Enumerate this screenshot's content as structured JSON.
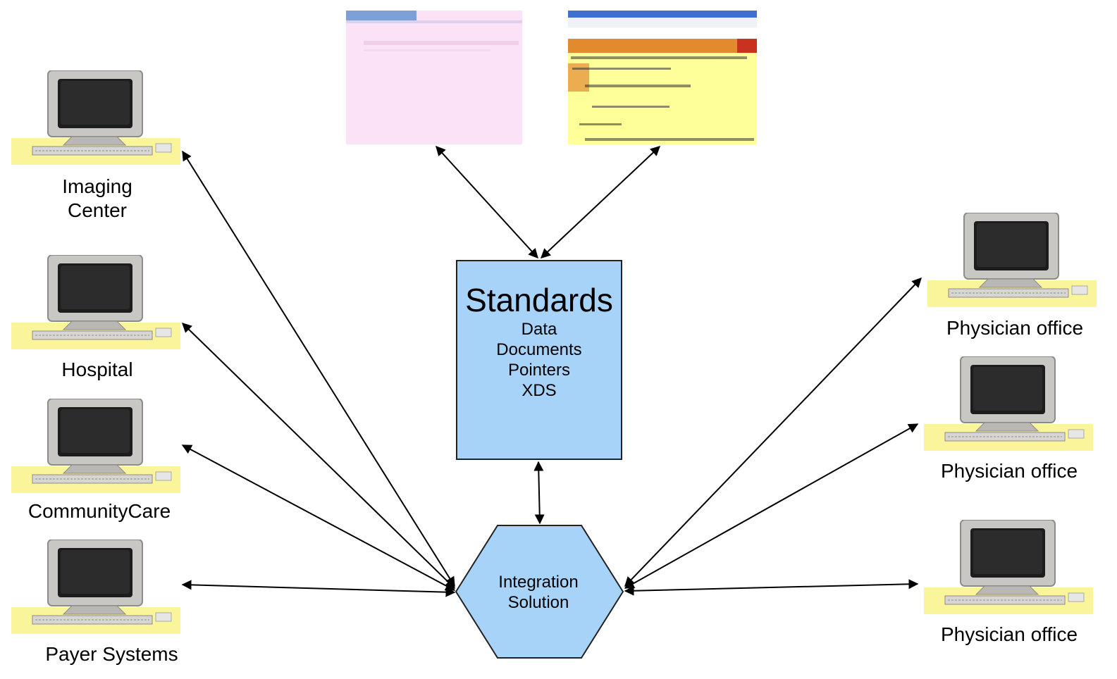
{
  "standards": {
    "title": "Standards",
    "items": [
      "Data",
      "Documents",
      "Pointers",
      "XDS"
    ]
  },
  "integration": {
    "line1": "Integration",
    "line2": "Solution"
  },
  "left_nodes": {
    "imaging_line1": "Imaging",
    "imaging_line2": "Center",
    "hospital": "Hospital",
    "community": "CommunityCare",
    "payer": "Payer Systems"
  },
  "right_nodes": {
    "physician_1": "Physician office",
    "physician_2": "Physician office",
    "physician_3": "Physician office"
  },
  "colors": {
    "box_fill": "#a7d3f8",
    "screenshot_pink": "#fbe2f6",
    "screenshot_yellow": "#ffff99",
    "computer_strip": "#faf59a"
  }
}
